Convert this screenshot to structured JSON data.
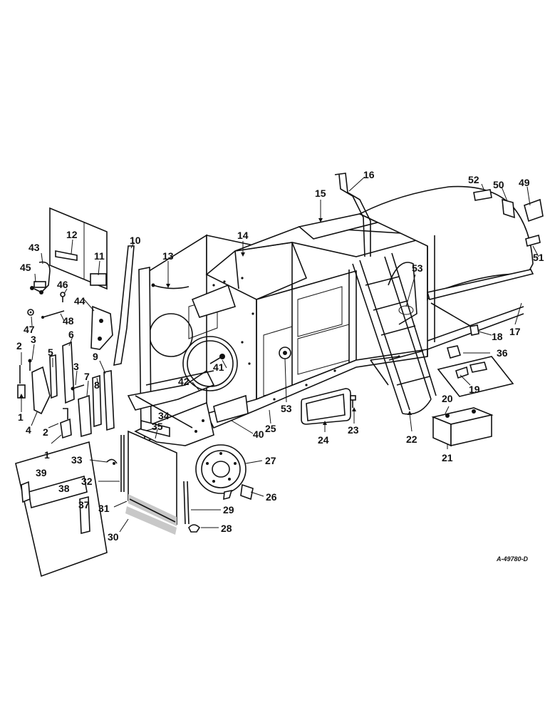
{
  "drawing_ref": "A-49780-D",
  "callouts": [
    "1",
    "1",
    "1",
    "2",
    "2",
    "3",
    "3",
    "4",
    "5",
    "6",
    "7",
    "8",
    "9",
    "10",
    "11",
    "12",
    "13",
    "14",
    "15",
    "16",
    "17",
    "18",
    "19",
    "20",
    "21",
    "22",
    "23",
    "24",
    "25",
    "26",
    "27",
    "28",
    "29",
    "30",
    "31",
    "32",
    "33",
    "34",
    "35",
    "36",
    "37",
    "38",
    "39",
    "40",
    "41",
    "42",
    "43",
    "44",
    "45",
    "46",
    "47",
    "48",
    "49",
    "50",
    "51",
    "52",
    "53",
    "53"
  ],
  "colors": {
    "ink": "#111111",
    "background": "#ffffff",
    "shade": "#c8c8c8"
  }
}
